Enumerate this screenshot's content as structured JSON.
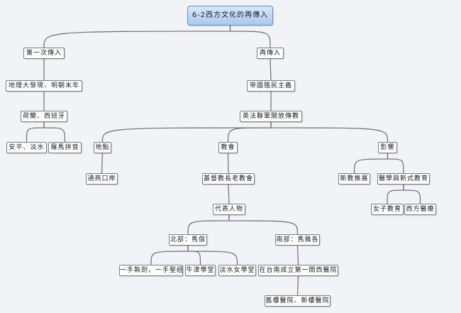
{
  "title": "6-2西方文化的再傳入",
  "nodes": [
    {
      "id": "n0",
      "label": "6-2西方文化的再傳入",
      "parent": null
    },
    {
      "id": "n1",
      "label": "第一次傳入",
      "parent": "n0"
    },
    {
      "id": "n2",
      "label": "再傳入",
      "parent": "n0"
    },
    {
      "id": "n3",
      "label": "地理大發現、明朝末年",
      "parent": "n1"
    },
    {
      "id": "n4",
      "label": "荷蘭、西班牙",
      "parent": "n3"
    },
    {
      "id": "n5",
      "label": "安平、淡水",
      "parent": "n4"
    },
    {
      "id": "n6",
      "label": "羅馬拼音",
      "parent": "n4"
    },
    {
      "id": "n7",
      "label": "帝國殖民主義",
      "parent": "n2"
    },
    {
      "id": "n8",
      "label": "英法聯軍開放傳教",
      "parent": "n7"
    },
    {
      "id": "n9",
      "label": "地點",
      "parent": "n8"
    },
    {
      "id": "n10",
      "label": "教會",
      "parent": "n8"
    },
    {
      "id": "n11",
      "label": "影響",
      "parent": "n8"
    },
    {
      "id": "n12",
      "label": "通商口岸",
      "parent": "n9"
    },
    {
      "id": "n13",
      "label": "基督教長老教會",
      "parent": "n10"
    },
    {
      "id": "n14",
      "label": "新教推展",
      "parent": "n11"
    },
    {
      "id": "n15",
      "label": "醫學與新式教育",
      "parent": "n11"
    },
    {
      "id": "n16",
      "label": "代表人物",
      "parent": "n13"
    },
    {
      "id": "n17",
      "label": "女子教育",
      "parent": "n15"
    },
    {
      "id": "n18",
      "label": "西方醫療",
      "parent": "n15"
    },
    {
      "id": "n19",
      "label": "北部：馬偕",
      "parent": "n16"
    },
    {
      "id": "n20",
      "label": "南部：馬雅各",
      "parent": "n16"
    },
    {
      "id": "n21",
      "label": "一手執劍，一手聖經",
      "parent": "n19"
    },
    {
      "id": "n22",
      "label": "牛津學堂",
      "parent": "n19"
    },
    {
      "id": "n23",
      "label": "淡水女學堂",
      "parent": "n19"
    },
    {
      "id": "n24",
      "label": "在台南成立第一間西醫院",
      "parent": "n20"
    },
    {
      "id": "n25",
      "label": "舊樓醫院、新樓醫院",
      "parent": "n24"
    }
  ]
}
